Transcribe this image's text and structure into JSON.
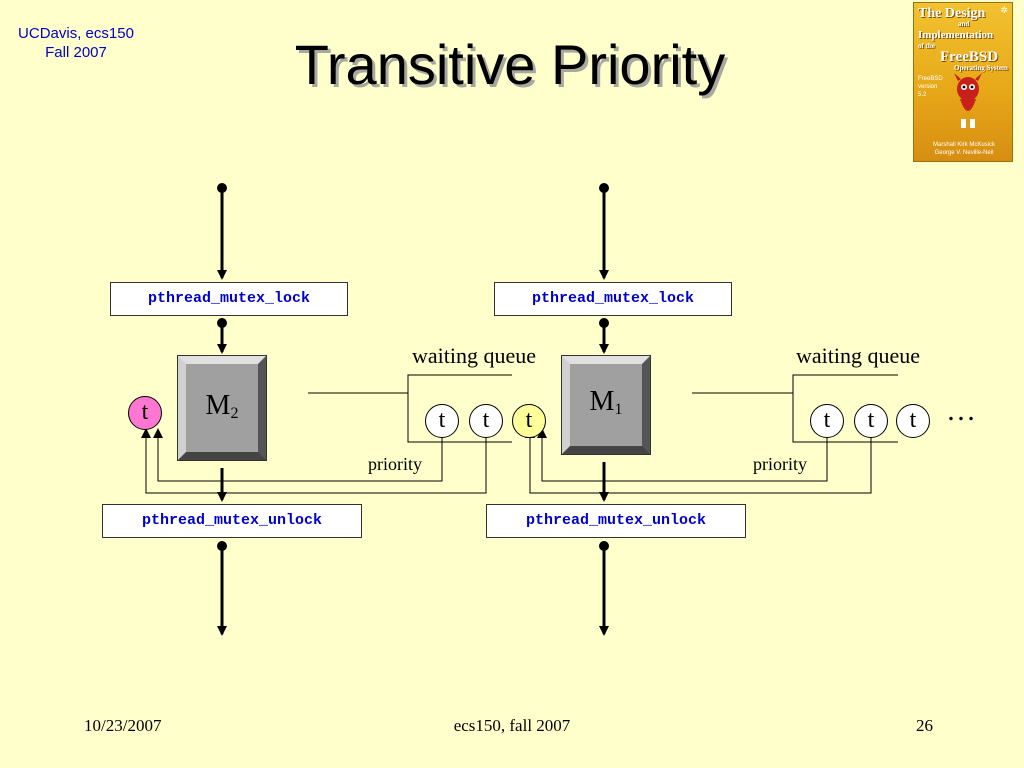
{
  "header": {
    "course_line1": "UCDavis, ecs150",
    "course_line2": "Fall 2007",
    "title": "Transitive Priority"
  },
  "book_cover": {
    "title_lines": [
      "The Design",
      "and",
      "Implementation",
      "of the",
      "FreeBSD",
      "Operating System"
    ],
    "authors_line1": "Marshall Kirk McKusick",
    "authors_line2": "George V. Neville-Neil",
    "edition_badge": "FreeBSD version 5.2"
  },
  "diagram": {
    "left": {
      "lock_label": "pthread_mutex_lock",
      "unlock_label": "pthread_mutex_unlock",
      "mutex_letter": "M",
      "mutex_sub": "2",
      "owner_thread": "t",
      "queue_threads": [
        "t",
        "t"
      ],
      "queue_label": "waiting queue",
      "priority_label": "priority"
    },
    "right": {
      "lock_label": "pthread_mutex_lock",
      "unlock_label": "pthread_mutex_unlock",
      "mutex_letter": "M",
      "mutex_sub": "1",
      "owner_thread": "t",
      "queue_threads": [
        "t",
        "t",
        "t"
      ],
      "queue_label": "waiting queue",
      "priority_label": "priority"
    },
    "continuation": "…",
    "colors": {
      "owner_highlight": "#ff77d0",
      "bridge_thread": "#ffff99",
      "code_text": "#0000cc"
    }
  },
  "footer": {
    "date": "10/23/2007",
    "center": "ecs150, fall 2007",
    "page": "26"
  }
}
